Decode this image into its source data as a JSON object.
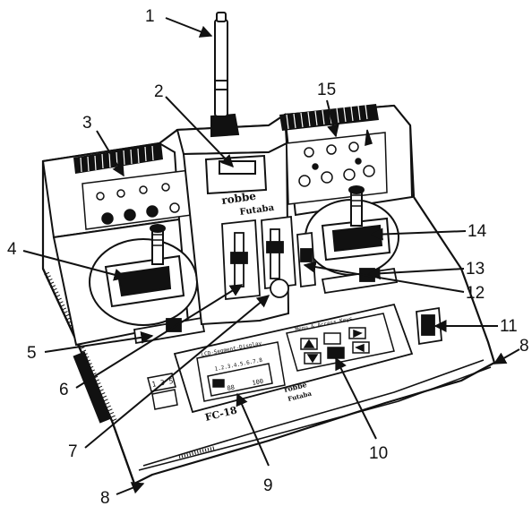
{
  "callouts": [
    {
      "id": "1",
      "label": "1"
    },
    {
      "id": "2",
      "label": "2"
    },
    {
      "id": "3",
      "label": "3"
    },
    {
      "id": "4",
      "label": "4"
    },
    {
      "id": "5",
      "label": "5"
    },
    {
      "id": "6",
      "label": "6"
    },
    {
      "id": "7",
      "label": "7"
    },
    {
      "id": "8a",
      "label": "8"
    },
    {
      "id": "8b",
      "label": "8"
    },
    {
      "id": "9",
      "label": "9"
    },
    {
      "id": "10",
      "label": "10"
    },
    {
      "id": "11",
      "label": "11"
    },
    {
      "id": "12",
      "label": "12"
    },
    {
      "id": "13",
      "label": "13"
    },
    {
      "id": "14",
      "label": "14"
    },
    {
      "id": "15",
      "label": "15"
    }
  ],
  "panel_text": {
    "brand_center": "robbe",
    "brand_center_sub": "Futaba",
    "lcd_title": "LCD-Segment-Display",
    "lcd_digits": "1.2.3.4.5.6.7.8",
    "lcd_left": "88",
    "lcd_right": "100",
    "keypad_title": "Menu & Access Keys",
    "model_badge": "FC-18",
    "brand_bottom": "robbe",
    "brand_bottom_sub": "Futaba",
    "counter_display": "1 3 5"
  },
  "colors": {
    "ink": "#111111",
    "paper": "#ffffff",
    "grey": "#d9d9d9"
  }
}
